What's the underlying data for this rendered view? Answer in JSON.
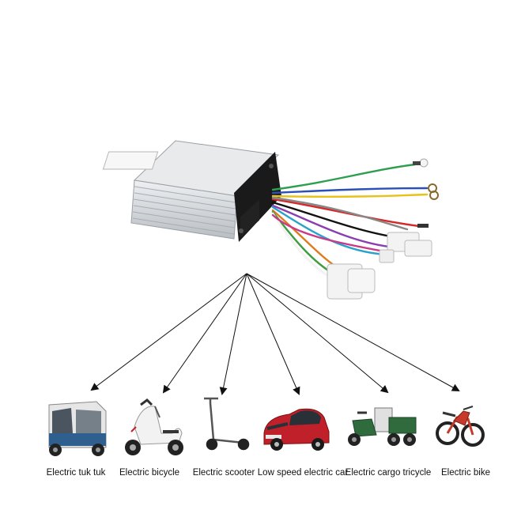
{
  "vehicles": [
    {
      "label": "Electric tuk tuk",
      "icon": "tuk-tuk-icon"
    },
    {
      "label": "Electric bicycle",
      "icon": "electric-bicycle-icon"
    },
    {
      "label": "Electric scooter",
      "icon": "kick-scooter-icon"
    },
    {
      "label": "Low speed electric car",
      "icon": "small-car-icon"
    },
    {
      "label": "Electric cargo tricycle",
      "icon": "cargo-tricycle-icon"
    },
    {
      "label": "Electric bike",
      "icon": "electric-motorbike-icon"
    }
  ],
  "colors": {
    "arrow": "#111111",
    "housing": "#d9dde1",
    "car_body": "#c0202a",
    "cargo_body": "#2f6b3d",
    "tuk_roof": "#e6e6e6",
    "scooter_body": "#f2f2f2",
    "bike_frame": "#c63a2b"
  }
}
